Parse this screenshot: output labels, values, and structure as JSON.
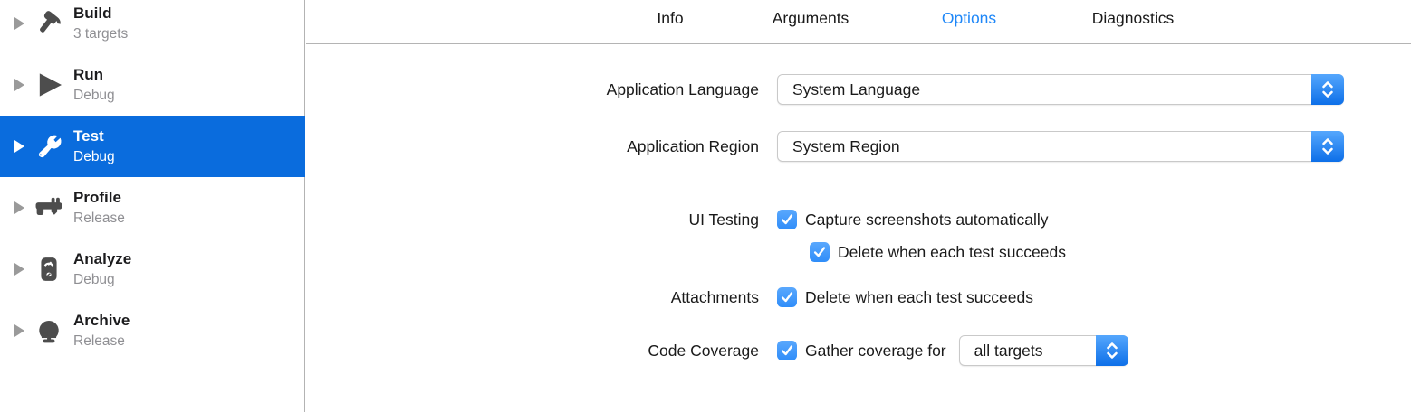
{
  "sidebar": {
    "items": [
      {
        "title": "Build",
        "subtitle": "3 targets",
        "icon": "hammer-icon",
        "selected": false
      },
      {
        "title": "Run",
        "subtitle": "Debug",
        "icon": "play-icon",
        "selected": false
      },
      {
        "title": "Test",
        "subtitle": "Debug",
        "icon": "wrench-icon",
        "selected": true
      },
      {
        "title": "Profile",
        "subtitle": "Release",
        "icon": "caliper-icon",
        "selected": false
      },
      {
        "title": "Analyze",
        "subtitle": "Debug",
        "icon": "meter-icon",
        "selected": false
      },
      {
        "title": "Archive",
        "subtitle": "Release",
        "icon": "clamp-icon",
        "selected": false
      }
    ]
  },
  "tabs": [
    {
      "label": "Info",
      "selected": false
    },
    {
      "label": "Arguments",
      "selected": false
    },
    {
      "label": "Options",
      "selected": true
    },
    {
      "label": "Diagnostics",
      "selected": false
    }
  ],
  "form": {
    "language": {
      "label": "Application Language",
      "value": "System Language"
    },
    "region": {
      "label": "Application Region",
      "value": "System Region"
    },
    "ui_testing": {
      "label": "UI Testing",
      "checkbox1_label": "Capture screenshots automatically",
      "checkbox1_checked": true,
      "checkbox2_label": "Delete when each test succeeds",
      "checkbox2_checked": true
    },
    "attachments": {
      "label": "Attachments",
      "checkbox_label": "Delete when each test succeeds",
      "checked": true
    },
    "code_coverage": {
      "label": "Code Coverage",
      "checkbox_label": "Gather coverage for",
      "checked": true,
      "popup_value": "all targets"
    }
  },
  "colors": {
    "selection_blue": "#0a6cdd",
    "checkbox_blue": "#3e9bfc",
    "tab_active_blue": "#1e87f8",
    "sidebar_divider": "#b3b3b3",
    "subtitle_gray": "#8f8f93"
  }
}
